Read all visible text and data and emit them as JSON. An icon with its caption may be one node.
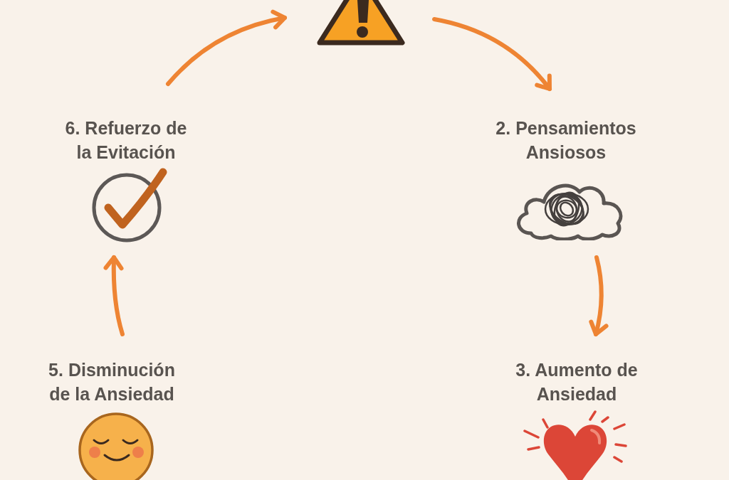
{
  "diagram": {
    "nodes": [
      {
        "text": [],
        "shape": "triangle"
      },
      {
        "text": [
          "6. Refuerzo de la Evitación"
        ]
      },
      {
        "text": [
          "2. Pensamientos Ansiosos"
        ]
      },
      {
        "text": [
          "5. Disminución de la Ansiedad"
        ]
      },
      {
        "text": [
          "3. Aumento de Ansiedad"
        ]
      }
    ],
    "edges": [
      {
        "from": 1,
        "to": 0,
        "arrow": "to"
      },
      {
        "from": 0,
        "to": 2,
        "arrow": "to"
      },
      {
        "from": 2,
        "to": 4,
        "arrow": "to"
      },
      {
        "from": 3,
        "to": 1,
        "arrow": "to"
      }
    ]
  }
}
